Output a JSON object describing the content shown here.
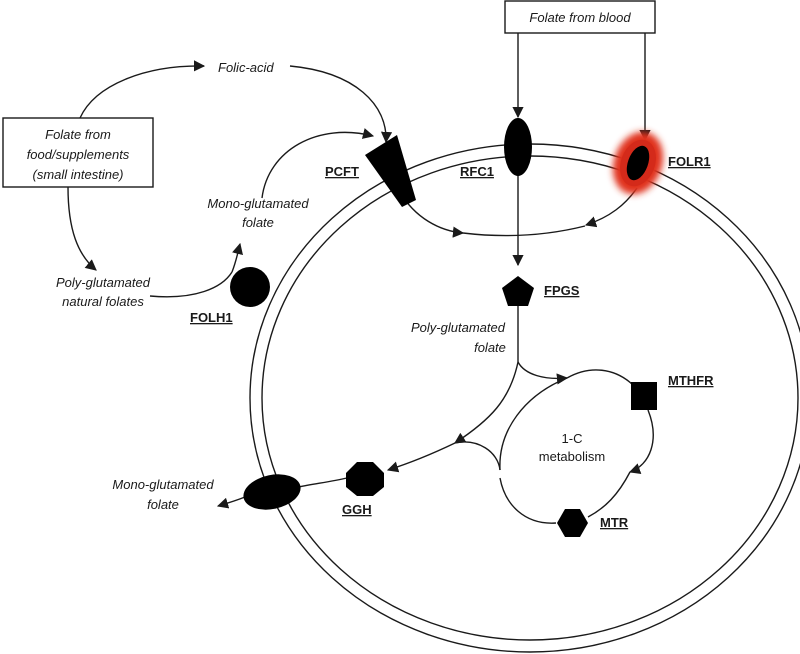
{
  "boxes": {
    "blood": "Folate from blood",
    "food": [
      "Folate from",
      "food/supplements",
      "(small intestine)"
    ]
  },
  "texts": {
    "folic_acid": "Folic-acid",
    "mono_in": [
      "Mono-glutamated",
      "folate"
    ],
    "poly_natural": [
      "Poly-glutamated",
      "natural folates"
    ],
    "poly_folate": [
      "Poly-glutamated",
      "folate"
    ],
    "one_c": [
      "1-C",
      "metabolism"
    ],
    "mono_out": [
      "Mono-glutamated",
      "folate"
    ]
  },
  "proteins": {
    "pcft": "PCFT",
    "rfc1": "RFC1",
    "folr1": "FOLR1",
    "folh1": "FOLH1",
    "fpgs": "FPGS",
    "mthfr": "MTHFR",
    "mtr": "MTR",
    "ggh": "GGH"
  },
  "colors": {
    "ink": "#1a1a1a",
    "highlight": "#e0301e"
  }
}
